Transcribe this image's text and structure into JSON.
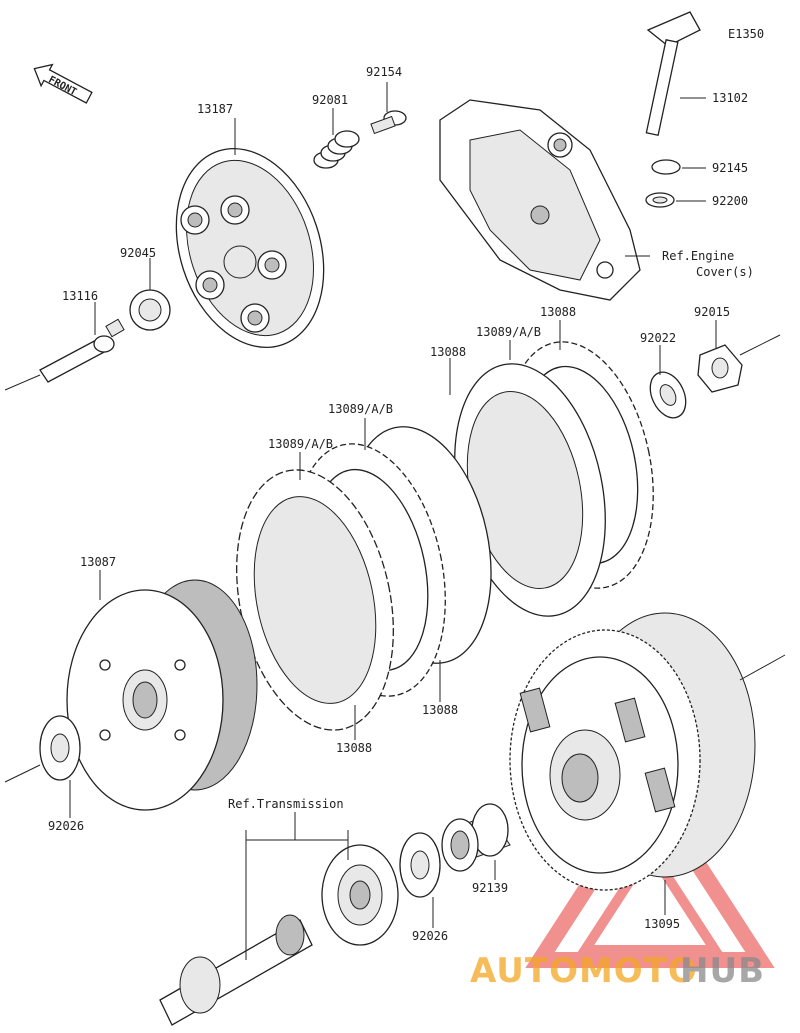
{
  "diagram_code": "E1350",
  "front_label": "FRONT",
  "labels": {
    "p13187": "13187",
    "p92081": "92081",
    "p92154": "92154",
    "p13102": "13102",
    "p92145": "92145",
    "p92200": "92200",
    "ref_engine_1": "Ref.Engine",
    "ref_engine_2": "Cover(s)",
    "p92045": "92045",
    "p13116": "13116",
    "p13088_top": "13088",
    "p13089_top": "13089/A/B",
    "p92022": "92022",
    "p92015": "92015",
    "p13088_mid": "13088",
    "p13089_mid": "13089/A/B",
    "p13089_low": "13089/A/B",
    "p13087": "13087",
    "p13088_low": "13088",
    "p13088_bot": "13088",
    "p92026_left": "92026",
    "ref_transmission": "Ref.Transmission",
    "p92139": "92139",
    "p92026_right": "92026",
    "p13095": "13095"
  },
  "watermark": {
    "part1": "AUTOMOTO",
    "part2": "HUB",
    "color_orange": "#f5a623",
    "color_gray": "#8a8a8a",
    "color_red": "#e53935"
  }
}
